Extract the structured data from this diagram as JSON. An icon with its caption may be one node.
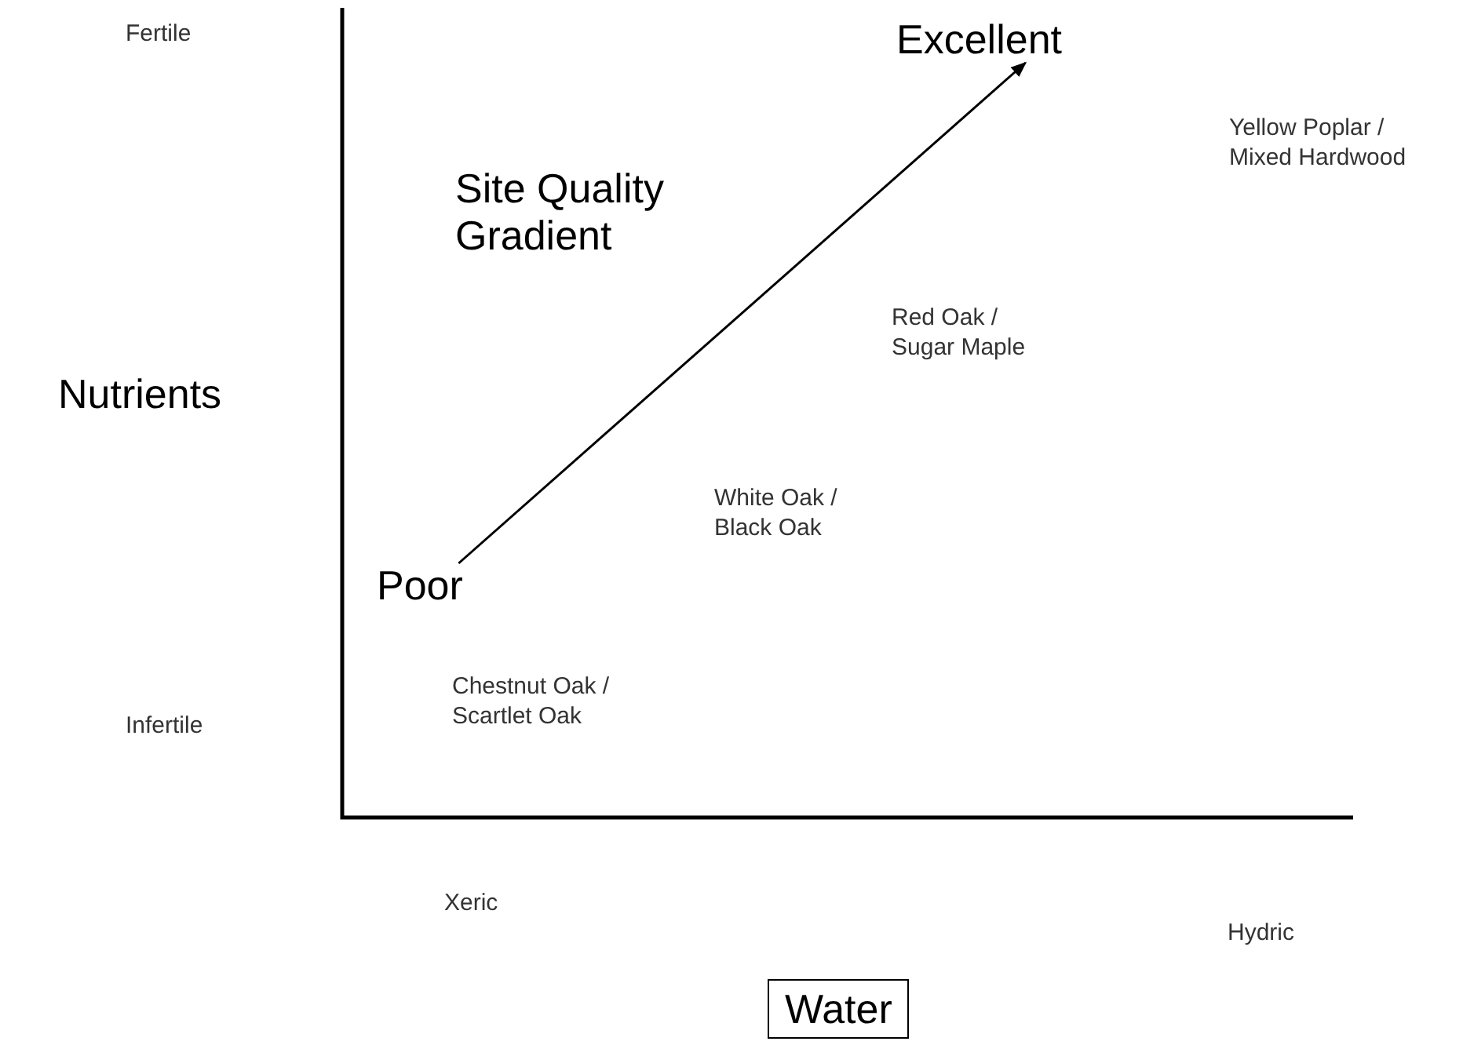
{
  "diagram": {
    "nodes": [
      {
        "text": [
          "Excellent"
        ]
      },
      {
        "text": [
          "Poor"
        ]
      },
      {
        "text": [
          "Water"
        ]
      }
    ],
    "edges": [
      {
        "from": 1,
        "to": 0,
        "arrow": "to"
      }
    ],
    "labels": [
      "Fertile",
      "Yellow Poplar / Mixed Hardwood",
      "Site Quality Gradient",
      "Red Oak / Sugar Maple",
      "Nutrients",
      "White Oak / Black Oak",
      "Chestnut Oak / Scartlet Oak",
      "Infertile",
      "Xeric",
      "Hydric"
    ]
  }
}
